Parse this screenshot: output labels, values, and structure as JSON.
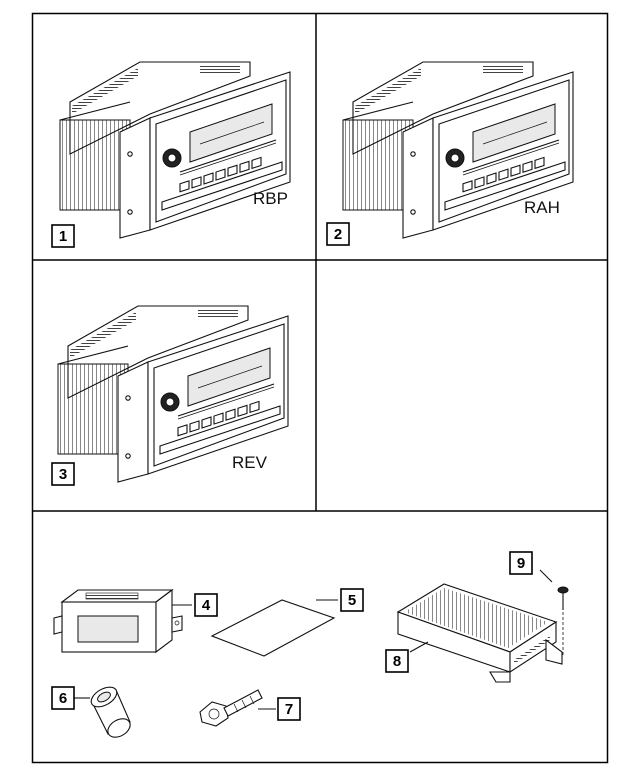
{
  "panels": [
    {
      "callout": "1",
      "model_code": "RBP"
    },
    {
      "callout": "2",
      "model_code": "RAH"
    },
    {
      "callout": "3",
      "model_code": "REV"
    }
  ],
  "parts": [
    {
      "callout": "4"
    },
    {
      "callout": "5"
    },
    {
      "callout": "6"
    },
    {
      "callout": "7"
    },
    {
      "callout": "8"
    },
    {
      "callout": "9"
    }
  ]
}
